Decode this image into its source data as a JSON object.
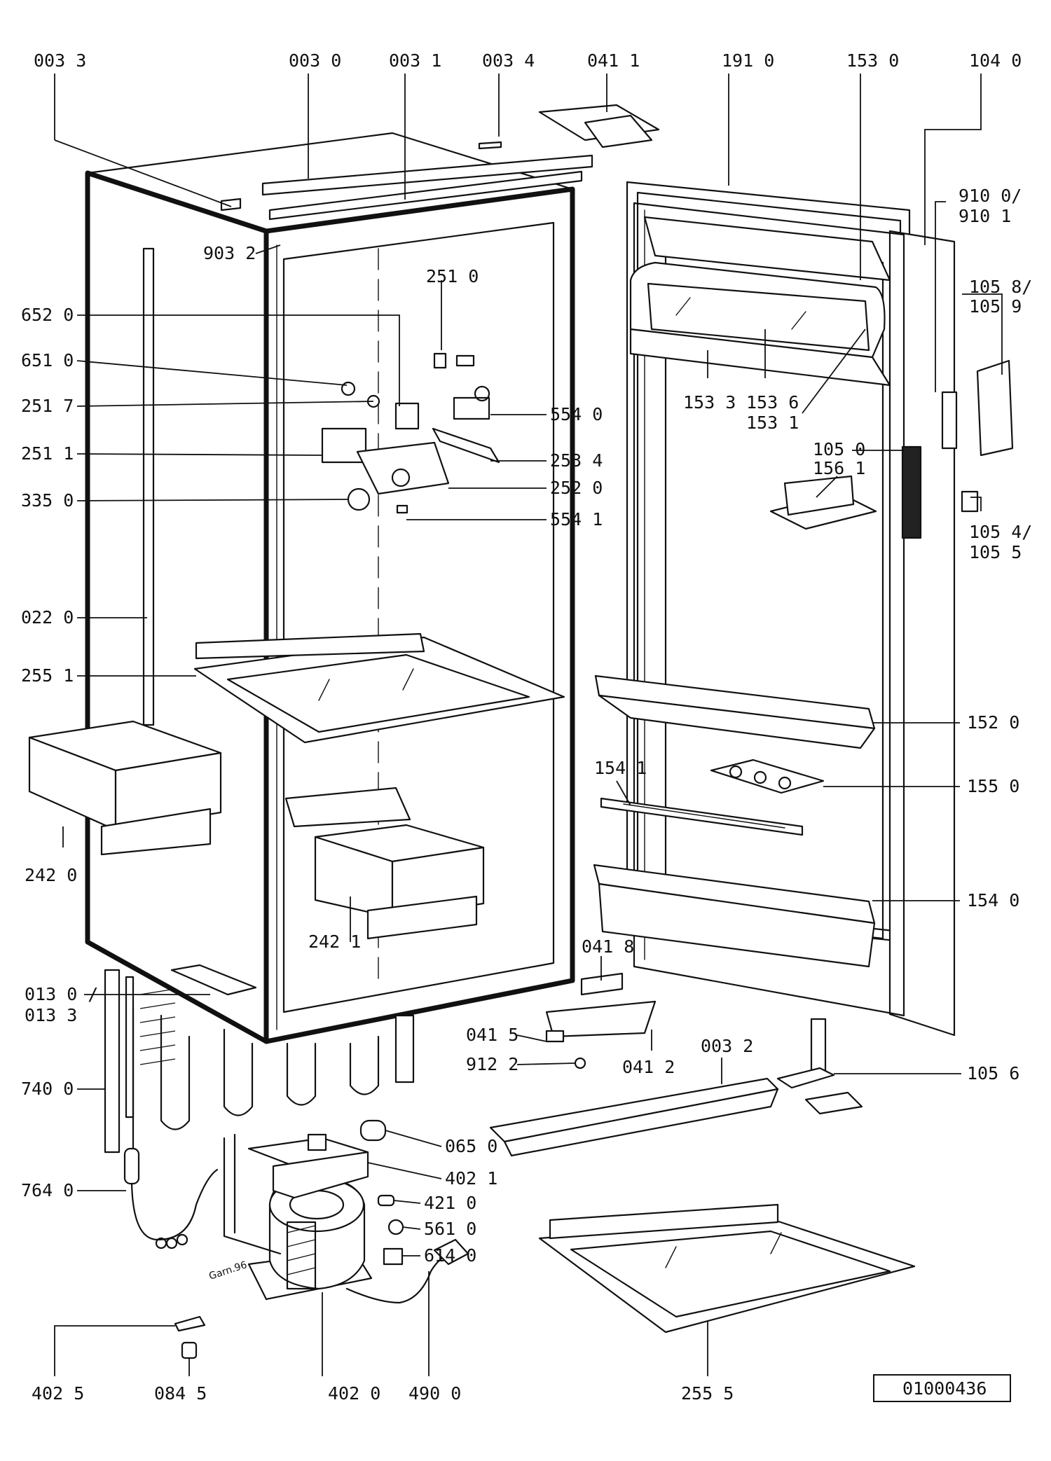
{
  "labels": {
    "l0033": "003 3",
    "l0030": "003 0",
    "l0031": "003 1",
    "l0034": "003 4",
    "l0411": "041 1",
    "l1910": "191 0",
    "l1530": "153 0",
    "l1040": "104 0",
    "l9032": "903 2",
    "l9100": "910 0/",
    "l9101": "910 1",
    "l2510": "251 0",
    "l6520": "652 0",
    "l6510": "651 0",
    "l2517": "251 7",
    "l2511": "251 1",
    "l3350": "335 0",
    "l5540": "554 0",
    "l2534": "253 4",
    "l2520": "252 0",
    "l5541": "554 1",
    "l1058": "105 8/",
    "l1059": "105 9",
    "l1533": "153 3",
    "l1536": "153 6",
    "l1531": "153 1",
    "l1050": "105 0",
    "l1561": "156 1",
    "l1054": "105 4/",
    "l1055": "105 5",
    "l0220": "022 0",
    "l2551": "255 1",
    "l1520": "152 0",
    "l1541": "154 1",
    "l1550": "155 0",
    "l2420": "242 0",
    "l2421": "242 1",
    "l1540": "154 0",
    "l0418": "041 8",
    "l0130": "013 0 /",
    "l0133": "013 3",
    "l0415": "041 5",
    "l9122": "912 2",
    "l0412": "041 2",
    "l0032": "003 2",
    "l1056": "105 6",
    "l7400": "740 0",
    "l0650": "065 0",
    "l4021": "402 1",
    "l7640": "764 0",
    "l4210": "421 0",
    "l5610": "561 0",
    "l6140": "614 0",
    "l4025": "402 5",
    "l0845": "084 5",
    "l4020": "402 0",
    "l4900": "490 0",
    "l2555": "255 5",
    "stamp": "Garn.96"
  },
  "document_id": "01000436"
}
